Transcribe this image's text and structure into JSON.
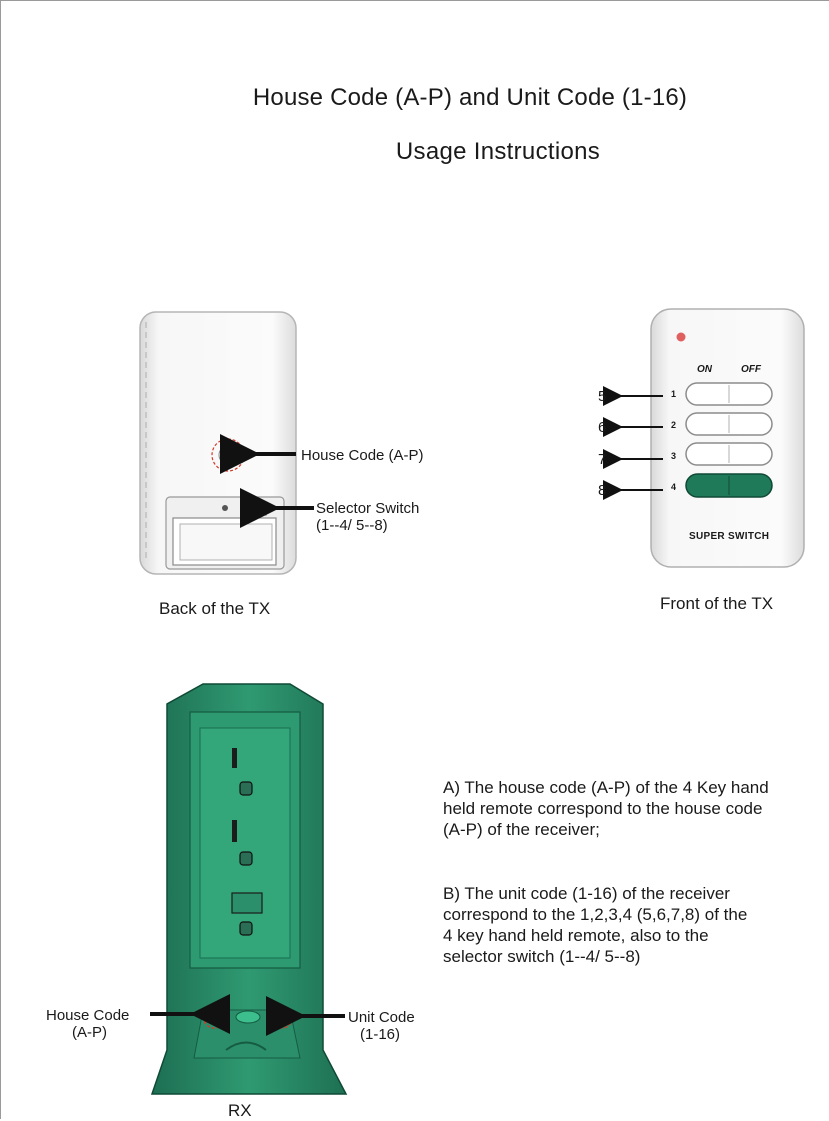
{
  "header": {
    "title": "House Code (A-P) and Unit Code (1-16)",
    "subtitle": "Usage Instructions"
  },
  "tx_back": {
    "caption": "Back of the TX",
    "house_code_label": "House Code (A-P)",
    "selector_label_line1": "Selector Switch",
    "selector_label_line2": "(1--4/ 5--8)"
  },
  "tx_front": {
    "caption": "Front of the TX",
    "on_label": "ON",
    "off_label": "OFF",
    "brand": "SUPER SWITCH",
    "alt_numbers": [
      "5",
      "6",
      "7",
      "8"
    ],
    "button_numbers": [
      "1",
      "2",
      "3",
      "4"
    ]
  },
  "rx": {
    "caption": "RX",
    "house_code_line1": "House Code",
    "house_code_line2": "(A-P)",
    "unit_code_line1": "Unit Code",
    "unit_code_line2": "(1-16)"
  },
  "instructions": {
    "a": "A) The house code (A-P) of the 4 Key hand\nheld remote correspond to the house code\n(A-P) of the receiver;",
    "b": "B) The unit code (1-16) of the receiver\ncorrespond to the 1,2,3,4 (5,6,7,8) of the\n4 key hand held remote, also to the\nselector switch (1--4/ 5--8)"
  },
  "colors": {
    "remote_green": "#1f7a5a",
    "rx_green": "#2a8f6a",
    "dial_red": "#d23a2a",
    "led_red": "#e06060"
  }
}
